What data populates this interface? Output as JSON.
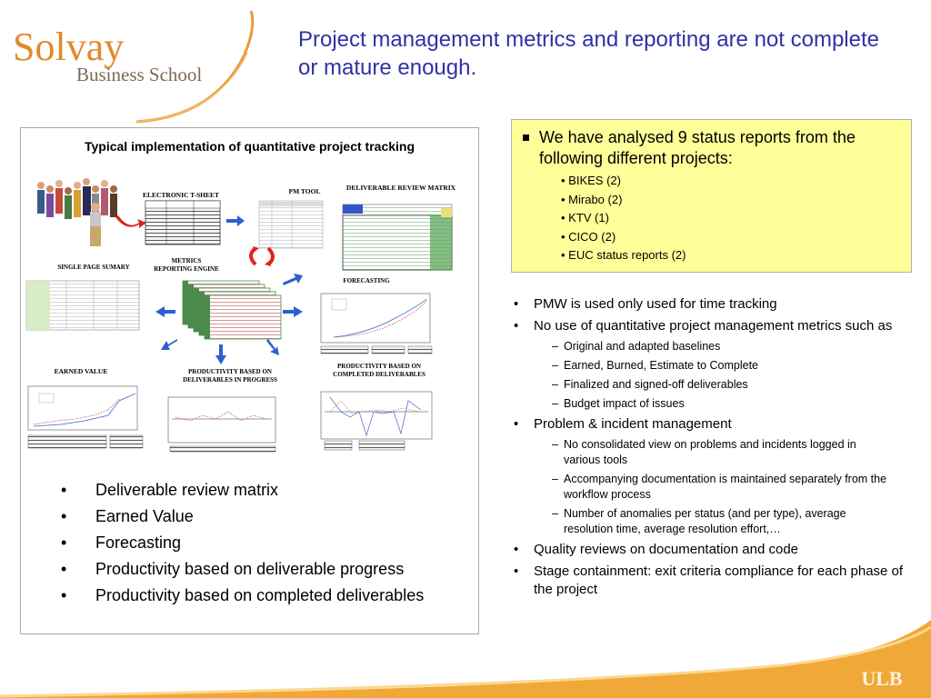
{
  "logo": {
    "title": "Solvay",
    "subtitle": "Business School"
  },
  "title": "Project management metrics and reporting are not complete or mature enough.",
  "left_panel": {
    "heading": "Typical implementation of quantitative project tracking",
    "diagram_labels": {
      "t_sheet": "ELECTRONIC T-SHEET",
      "pm_tool": "PM TOOL",
      "review_matrix": "DELIVERABLE REVIEW MATRIX",
      "engine_line1": "METRICS",
      "engine_line2": "REPORTING ENGINE",
      "single_page": "SINGLE PAGE SUMARY",
      "forecasting": "FORECASTING",
      "earned_value": "EARNED VALUE",
      "prod_progress_1": "PRODUCTIVITY BASED ON",
      "prod_progress_2": "DELIVERABLES IN PROGRESS",
      "prod_completed_1": "PRODUCTIVITY BASED ON",
      "prod_completed_2": "COMPLETED DELIVERABLES"
    },
    "bullets": [
      "Deliverable review matrix",
      "Earned Value",
      "Forecasting",
      "Productivity based on deliverable progress",
      "Productivity based on completed deliverables"
    ]
  },
  "yellow_box": {
    "main": "We have analysed 9 status reports from the following different projects:",
    "items": [
      "• BIKES (2)",
      "• Mirabo (2)",
      "• KTV (1)",
      "• CICO (2)",
      "• EUC status reports (2)"
    ]
  },
  "right_bullets": [
    {
      "text": "PMW is used only used for time tracking",
      "subs": []
    },
    {
      "text": "No use of quantitative project management metrics such as",
      "subs": [
        "Original and adapted baselines",
        "Earned, Burned, Estimate to Complete",
        "Finalized and signed-off deliverables",
        "Budget impact of issues"
      ]
    },
    {
      "text": "Problem & incident management",
      "subs": [
        "No consolidated view on problems and incidents logged in various tools",
        "Accompanying documentation is maintained separately from the workflow process",
        "Number of anomalies per status (and per type), average resolution time, average resolution effort,…"
      ]
    },
    {
      "text": "Quality reviews on documentation and code",
      "subs": []
    },
    {
      "text": "Stage containment: exit criteria compliance for each phase of the project",
      "subs": []
    }
  ],
  "footer_logo": "ULB",
  "colors": {
    "title": "#3030a8",
    "accent_orange": "#e08a2c",
    "yellow_box": "#ffff99",
    "arrow_blue": "#2f5fd0",
    "arrow_red": "#e02020"
  }
}
